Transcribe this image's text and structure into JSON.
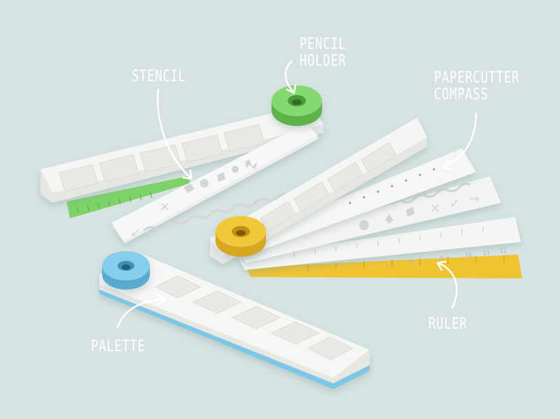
{
  "labels": {
    "pencil_holder": [
      "PENCIL",
      "HOLDER"
    ],
    "stencil": "STENCIL",
    "papercutter_compass": [
      "PAPERCUTTER",
      "COMPASS"
    ],
    "ruler": "RULER",
    "palette": "PALETTE"
  },
  "ruler_ticks": [
    "8",
    "9",
    "10",
    "11",
    "12"
  ],
  "stencil_symbols": [
    "↙",
    "✕",
    "✕",
    "✓",
    "→"
  ],
  "colors": {
    "background": "#d6e3e2",
    "tray": "#f4f4f2",
    "green": "#7dd268",
    "yellow": "#f0c431",
    "blue": "#7cc6e6",
    "annotation": "#ffffff"
  }
}
